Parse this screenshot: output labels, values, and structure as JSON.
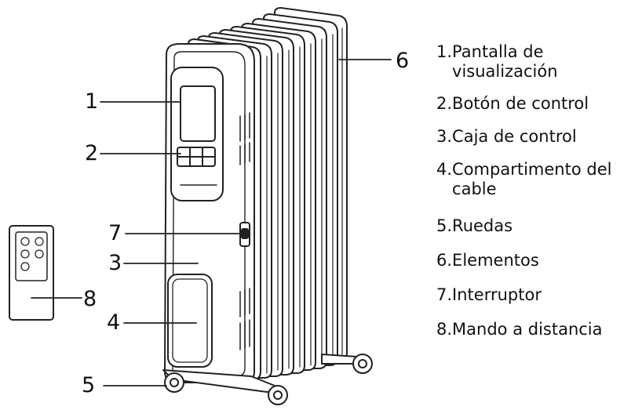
{
  "callouts": {
    "n1": "1",
    "n2": "2",
    "n3": "3",
    "n4": "4",
    "n5": "5",
    "n6": "6",
    "n7": "7",
    "n8": "8"
  },
  "legend": [
    {
      "num": "1.",
      "text": "Pantalla de visualización"
    },
    {
      "num": "2.",
      "text": "Botón de control"
    },
    {
      "num": "3.",
      "text": "Caja de control"
    },
    {
      "num": "4.",
      "text": "Compartimento del cable"
    },
    {
      "num": "5.",
      "text": "Ruedas"
    },
    {
      "num": "6.",
      "text": "Elementos"
    },
    {
      "num": "7.",
      "text": "Interruptor"
    },
    {
      "num": "8.",
      "text": "Mando a distancia"
    }
  ]
}
